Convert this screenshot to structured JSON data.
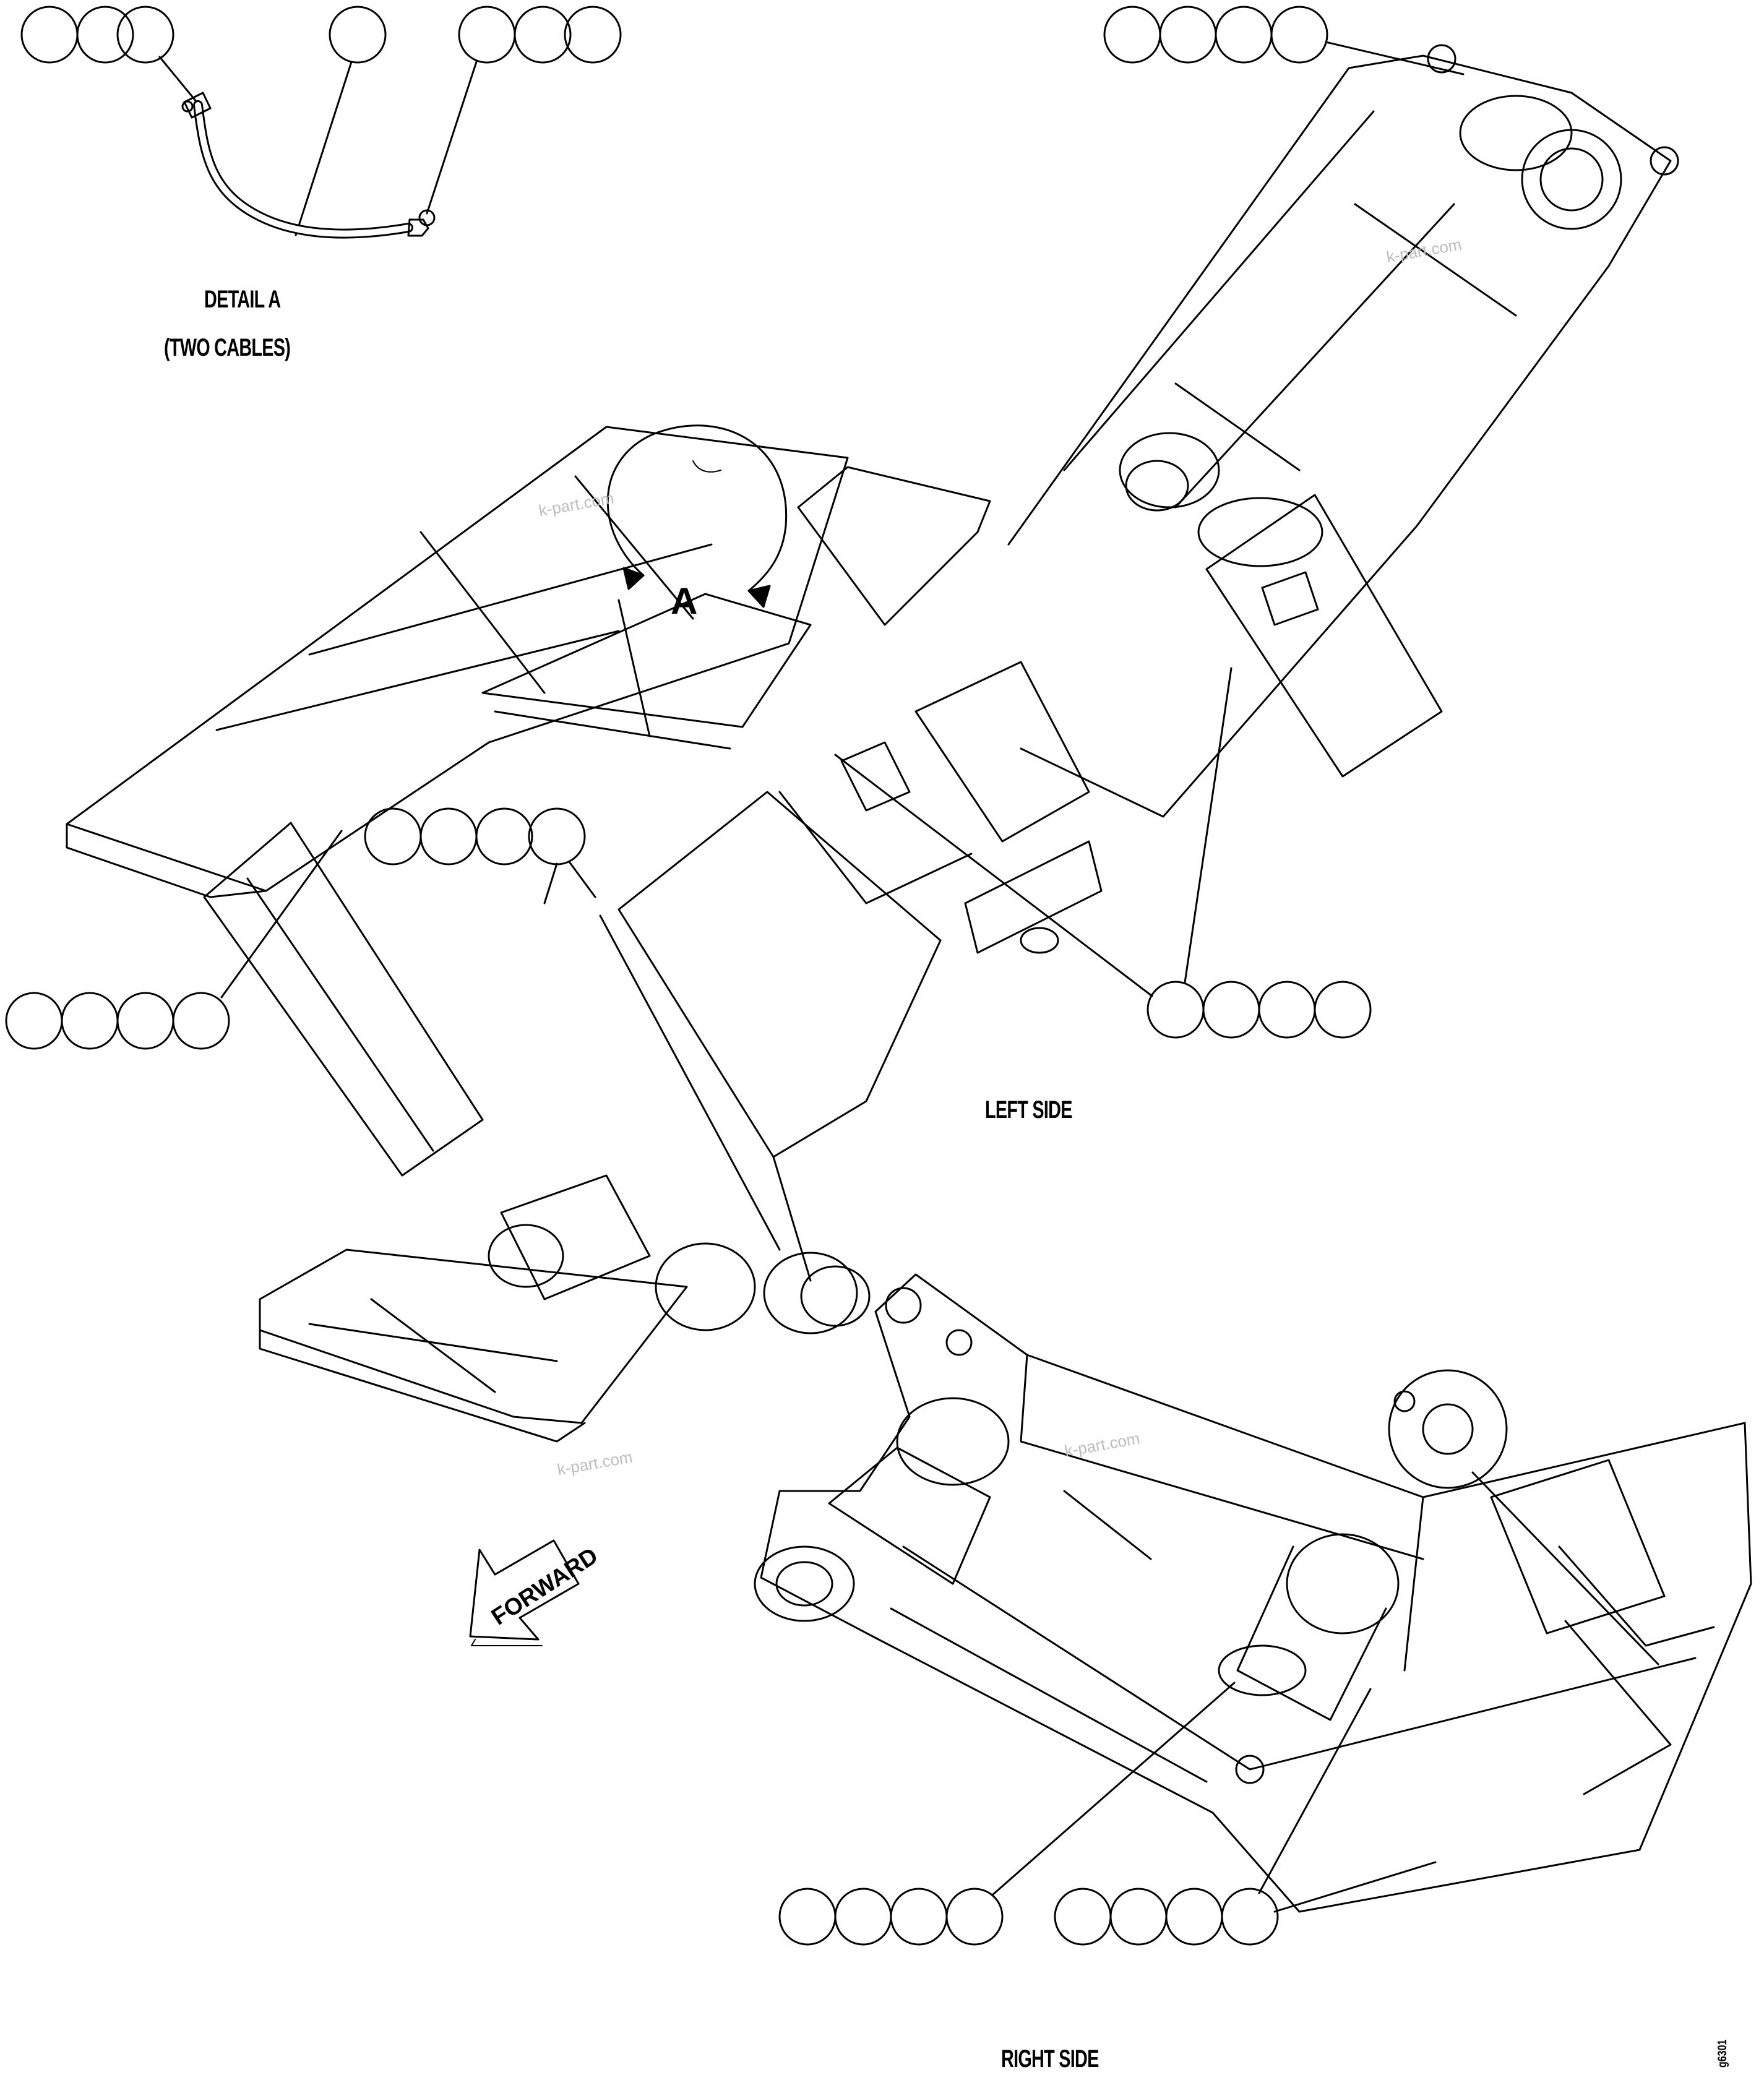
{
  "labels": {
    "detail_title": "DETAIL A",
    "detail_sub": "(TWO CABLES)",
    "detail_marker": "A",
    "left_side": "LEFT SIDE",
    "right_side": "RIGHT SIDE",
    "forward": "FORWARD",
    "drawing_code": "g6301"
  },
  "watermarks": [
    "k-part.com",
    "k-part.com",
    "k-part.com",
    "k-part.com"
  ],
  "callout_groups": [
    {
      "name": "detail-cable-end-left",
      "bubbles": 3
    },
    {
      "name": "detail-cable-middle",
      "bubbles": 1
    },
    {
      "name": "detail-cable-end-right",
      "bubbles": 3
    },
    {
      "name": "top-right-pivot",
      "bubbles": 4
    },
    {
      "name": "left-mid-frame",
      "bubbles": 4
    },
    {
      "name": "left-lower-frame",
      "bubbles": 4
    },
    {
      "name": "right-mid-frame",
      "bubbles": 4
    },
    {
      "name": "bottom-right-frame-a",
      "bubbles": 4
    },
    {
      "name": "bottom-right-frame-b",
      "bubbles": 4
    }
  ],
  "colors": {
    "ink": "#000000",
    "paper": "#ffffff",
    "watermark": "#bdbdbd"
  }
}
